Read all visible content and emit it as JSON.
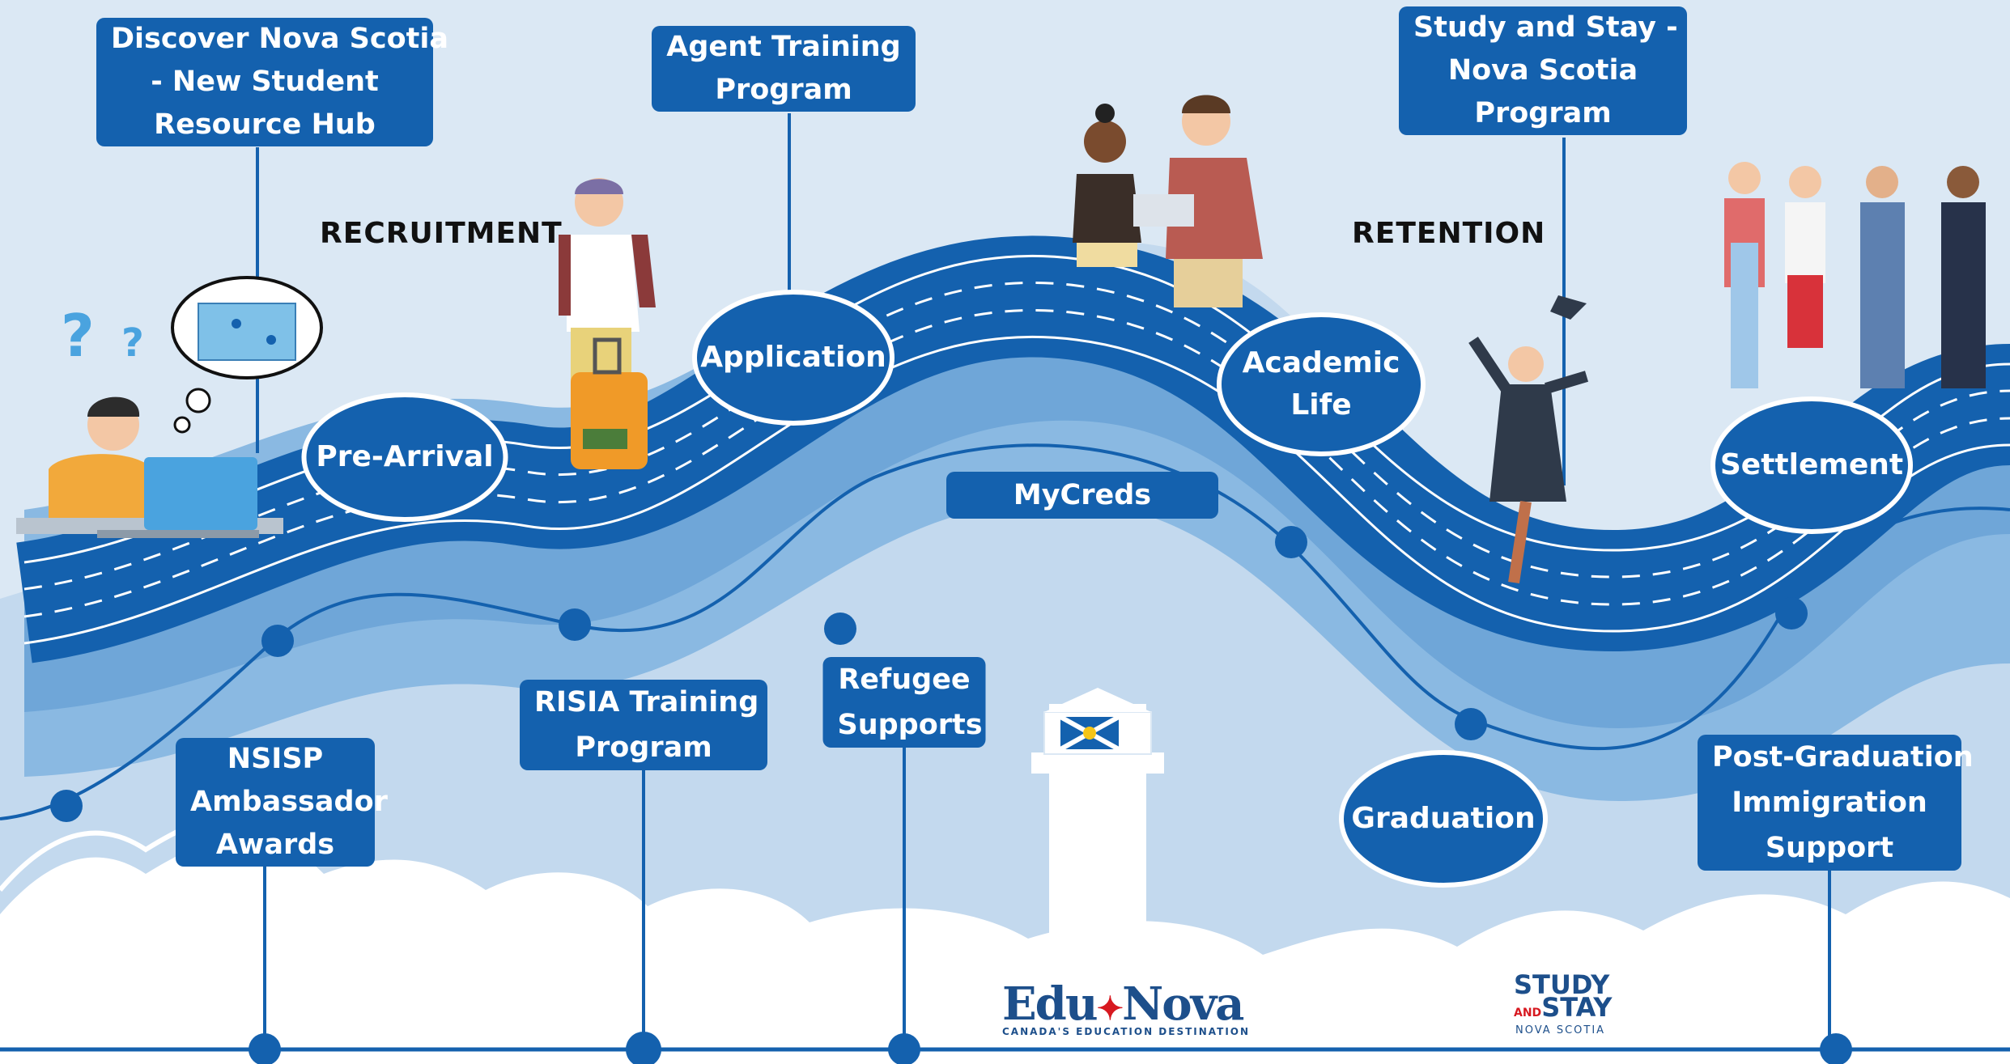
{
  "phases": {
    "recruitment": "RECRUITMENT",
    "retention": "RETENTION"
  },
  "steps": {
    "pre_arrival": "Pre-Arrival",
    "application": "Application",
    "academic_life": [
      "Academic",
      "Life"
    ],
    "settlement": "Settlement",
    "graduation": "Graduation"
  },
  "top_tags": {
    "discover": [
      "Discover Nova Scotia",
      "- New Student",
      "Resource Hub"
    ],
    "agent": [
      "Agent Training",
      "Program"
    ],
    "study_stay": [
      "Study and Stay -",
      "Nova Scotia",
      "Program"
    ]
  },
  "middle_tags": {
    "mycreds": "MyCreds"
  },
  "bottom_tags": {
    "nsisp": [
      "NSISP",
      "Ambassador",
      "Awards"
    ],
    "risia": [
      "RISIA Training",
      "Program"
    ],
    "refugee": [
      "Refugee",
      "Supports"
    ],
    "pgis": [
      "Post-Graduation",
      "Immigration",
      "Support"
    ]
  },
  "logos": {
    "edunova_left": "Edu",
    "edunova_right": "Nova",
    "edunova_tagline": "CANADA'S EDUCATION DESTINATION",
    "study_line1": "STUDY",
    "study_and": "AND",
    "study_line2": "STAY",
    "study_sub": "NOVA SCOTIA"
  },
  "icons": {
    "question": "question-marks-icon",
    "map_bubble": "thought-bubble-map-icon",
    "lighthouse": "lighthouse-icon",
    "maple": "maple-leaf-icon"
  },
  "colors": {
    "background": "#dbe8f4",
    "road": "#1461ae",
    "band": "#7fb2dc",
    "light_band": "#a9cbe8",
    "white": "#ffffff"
  }
}
